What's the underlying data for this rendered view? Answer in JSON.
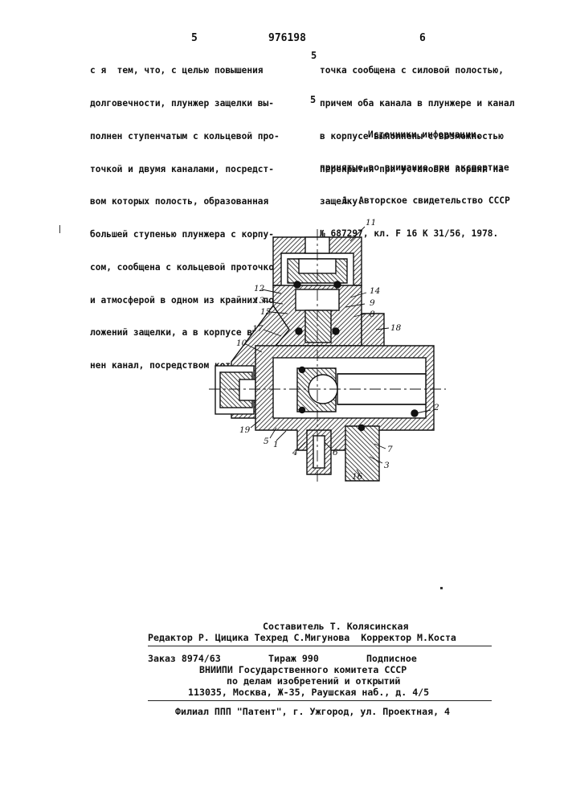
{
  "header": {
    "page_left": "5",
    "patent_number": "976198",
    "page_right": "6"
  },
  "left_column": [
    "с я  тем, что, с целью повышения",
    "долговечности, плунжер защелки вы-",
    "полнен ступенчатым с кольцевой про-",
    "точкой и двумя каналами, посредст-",
    "вом которых полость, образованная",
    "большей ступенью плунжера с корпу-",
    "сом, сообщена с кольцевой проточкой",
    "и атмосферой в одном из крайних по-",
    "ложений защелки, а в корпусе выпол-",
    "нен канал, посредством которого про-"
  ],
  "line_number_markers": [
    "5",
    "5"
  ],
  "right_column": [
    "точка сообщена с силовой полостью,",
    "причем оба канала в плунжере и канал",
    "в корпусе выполнены с возможностью",
    "перекрытия при установке поршня на",
    "защелку."
  ],
  "sources": {
    "title_line1": "Источники информации,",
    "title_line2": "принятые во внимание при экспертизе",
    "ref_line1": "1. Авторское свидетельство СССР",
    "ref_line2": "№ 687297, кл. F 16 K 31/56, 1978."
  },
  "drawing": {
    "callouts": [
      "11",
      "12",
      "13",
      "14",
      "15",
      "9",
      "8",
      "17",
      "18",
      "10",
      "2",
      "19",
      "5",
      "1",
      "4",
      "6",
      "7",
      "3",
      "16"
    ]
  },
  "imprint": {
    "compiler": "Составитель Т. Колясинская",
    "editor_line": "Редактор Р. Цицика Техред С.Мигунова  Корректор М.Коста",
    "order": "Заказ 8974/63",
    "circulation": "Тираж 990",
    "subscription": "Подписное",
    "org_line1": "ВНИИПИ Государственного комитета СССР",
    "org_line2": "по делам изобретений и открытий",
    "address": "113035, Москва, Ж-35, Раушская наб., д. 4/5",
    "branch": "Филиал ППП \"Патент\", г. Ужгород, ул. Проектная, 4"
  }
}
